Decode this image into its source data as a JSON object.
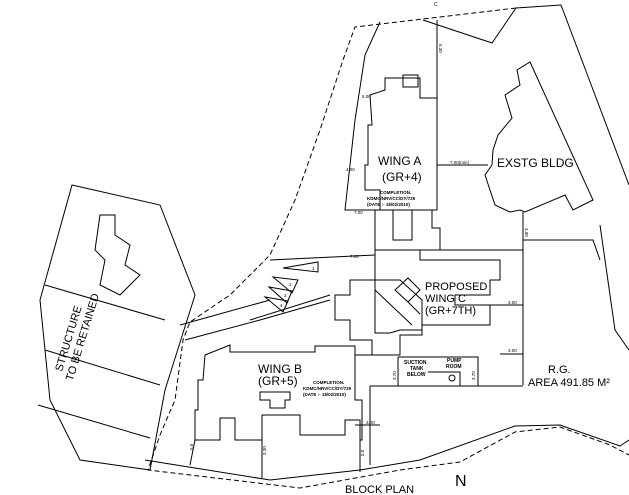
{
  "drawing": {
    "north_marker": "C",
    "wing_a": {
      "name": "WING A",
      "floors": "(GR+4)",
      "note": [
        "COMPLETION.",
        "KDMC/NRV/CC/DY/729",
        "(DATE :- 18/02/2010)"
      ]
    },
    "wing_b": {
      "name": "WING B",
      "floors": "(GR+5)",
      "note": [
        "COMPLETION.",
        "KDMC/NRV/CC/DY/729",
        "(DATE :- 18/02/2010)"
      ]
    },
    "wing_c": {
      "line1": "PROPOSED",
      "line2": "WING C",
      "floors": "(GR+7TH)"
    },
    "existing": "EXSTG BLDG",
    "suction": [
      "SUCTION",
      "TANK",
      "BELOW"
    ],
    "pump": [
      "PUMP",
      "ROOM"
    ],
    "rg": {
      "label": "R.G.",
      "area": "AREA 491.85 M²"
    },
    "retained": [
      "STRUCTURE",
      "TO BE RETAINED"
    ],
    "north": "N",
    "title": "BLOCK PLAN",
    "dims": {
      "a_600": "6.00",
      "a_400": "4.00",
      "a_700": "7.00",
      "a_700min": "7.00(min)",
      "a_530": "5.30",
      "e_400": "4.00",
      "c_700": "7.00",
      "c_300a": "3.00",
      "c_300b": "3.00",
      "p_370a": "3.70",
      "p_370b": "3.70",
      "b_300": "3.00",
      "b_50a": "5.0",
      "b_330": "3.30",
      "b_50b": "5.0"
    },
    "parking": [
      "1",
      "2",
      "3",
      "4"
    ]
  }
}
